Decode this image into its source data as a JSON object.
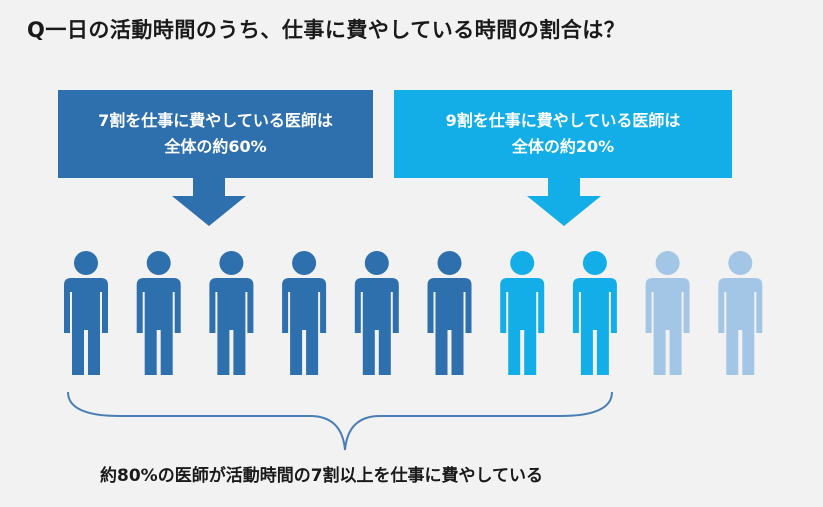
{
  "title": "Q一日の活動時間のうち、仕事に費やしている時間の割合は？",
  "callouts": [
    {
      "line1": "7割を仕事に費やしている医師は",
      "line2": "全体の約60%"
    },
    {
      "line1": "9割を仕事に費やしている医師は",
      "line2": "全体の約20%"
    }
  ],
  "people": {
    "total": 10,
    "dark": 6,
    "bright": 2,
    "light": 2
  },
  "colors": {
    "dark": "#2e6fad",
    "bright": "#13aee8",
    "light": "#a3c6e6",
    "brace": "#4a7fb5"
  },
  "footer": "約80%の医師が活動時間の7割以上を仕事に費やしている"
}
